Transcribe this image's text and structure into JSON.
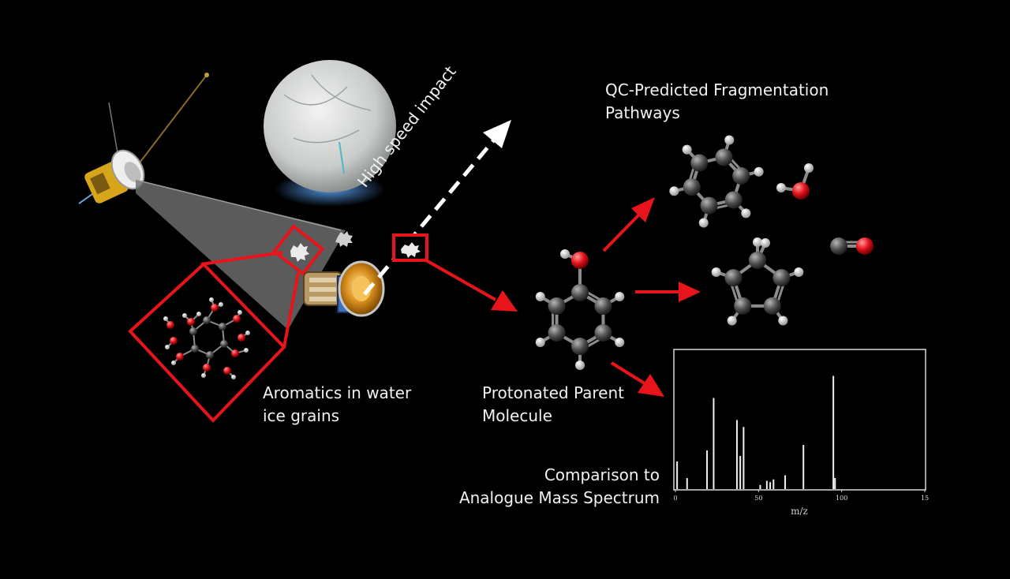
{
  "labels": {
    "qc_title": [
      "QC-Predicted Fragmentation",
      "Pathways"
    ],
    "aromatics": [
      "Aromatics in water",
      "ice grains"
    ],
    "parent": [
      "Protonated Parent",
      "Molecule"
    ],
    "comparison": [
      "Comparison to",
      "Analogue Mass Spectrum"
    ],
    "impact": "High speed impact"
  },
  "colors": {
    "background": "#000000",
    "accent_red": "#e8141b",
    "carbon": "#5a5a5a",
    "hydrogen": "#e8e8e8",
    "oxygen": "#e3101a",
    "moon": "#d8dad8"
  },
  "chart_data": {
    "type": "bar",
    "xlabel": "m/z",
    "xlim": [
      0,
      150
    ],
    "ticks": [
      {
        "value": 0,
        "label": "0"
      },
      {
        "value": 50,
        "label": "50"
      },
      {
        "value": 100,
        "label": "100"
      },
      {
        "value": 150,
        "label": "15"
      }
    ],
    "ylim": [
      0,
      100
    ],
    "x": [
      1,
      7,
      19,
      23,
      37,
      39,
      41,
      51,
      55,
      57,
      59,
      66,
      77,
      95,
      96
    ],
    "values": [
      20,
      8,
      28,
      66,
      50,
      24,
      45,
      3,
      6,
      5,
      7,
      10,
      32,
      82,
      8
    ]
  }
}
